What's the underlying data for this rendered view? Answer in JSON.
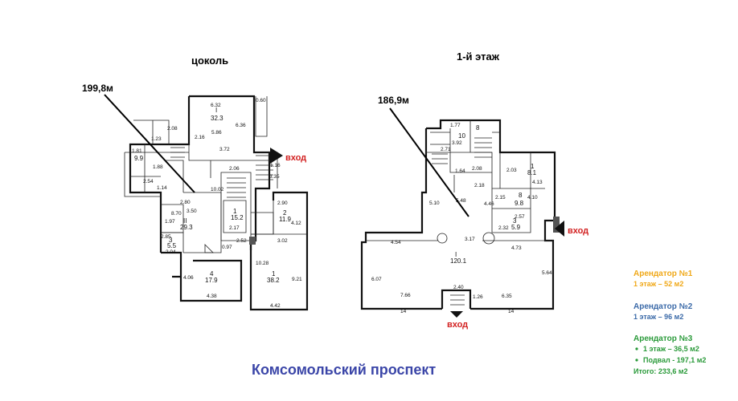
{
  "plans": {
    "basement": {
      "title": "цоколь",
      "area_label": "199,8м",
      "entrance": "вход",
      "rooms": [
        {
          "num": "I",
          "area": "32.3"
        },
        {
          "num": "II",
          "area": "29.3"
        },
        {
          "num": "1",
          "area": "15.2"
        },
        {
          "num": "2",
          "area": "11.9"
        },
        {
          "num": "3",
          "area": "5.5"
        },
        {
          "num": "4",
          "area": "17.9"
        },
        {
          "num": "1",
          "area": "38.2"
        },
        {
          "num": "",
          "area": "9.9"
        }
      ],
      "dims": [
        "6.32",
        "5.86",
        "6.36",
        "3.72",
        "2.08",
        "2.16",
        "1.81",
        "1.23",
        "1.88",
        "2.54",
        "1.14",
        "2.80",
        "8.70",
        "10.02",
        "3.50",
        "1.97",
        "2.85",
        "2.04",
        "2.90",
        "4.12",
        "3.02",
        "9.21",
        "4.06",
        "4.38",
        "4.42",
        "1.16",
        "3.35",
        "2.06",
        "2.17",
        "0.60",
        "10.28",
        "2.52",
        "0.97"
      ]
    },
    "first_floor": {
      "title": "1-й этаж",
      "area_label": "186,9м",
      "entrance_right": "вход",
      "entrance_bottom": "вход",
      "rooms": [
        {
          "num": "I",
          "area": "120.1"
        },
        {
          "num": "1",
          "area": "8.1"
        },
        {
          "num": "8",
          "area": "9.8"
        },
        {
          "num": "3",
          "area": "5.9"
        },
        {
          "num": "8",
          "area": ""
        },
        {
          "num": "10",
          "area": ""
        }
      ],
      "dims": [
        "1.77",
        "3.92",
        "2.71",
        "1.64",
        "2.08",
        "2.18",
        "2.03",
        "4.13",
        "5.10",
        "5.48",
        "4.46",
        "2.15",
        "4.10",
        "2.57",
        "2.32",
        "4.54",
        "3.17",
        "4.73",
        "6.07",
        "5.64",
        "7.66",
        "2.40",
        "1.26",
        "6.35",
        "14",
        "14"
      ]
    }
  },
  "street": "Комсомольский проспект",
  "legend": {
    "tenant1": {
      "title": "Арендатор №1",
      "line1": "1 этаж – 52 м2",
      "color": "#f0a818"
    },
    "tenant2": {
      "title": "Арендатор №2",
      "line1": "1 этаж – 96 м2",
      "color": "#3b6aa8"
    },
    "tenant3": {
      "title": "Арендатор №3",
      "line1": "1 этаж – 36,5 м2",
      "line2": "Подвал - 197,1 м2",
      "total": "Итого: 233,6 м2",
      "color": "#2a9a3a"
    }
  }
}
